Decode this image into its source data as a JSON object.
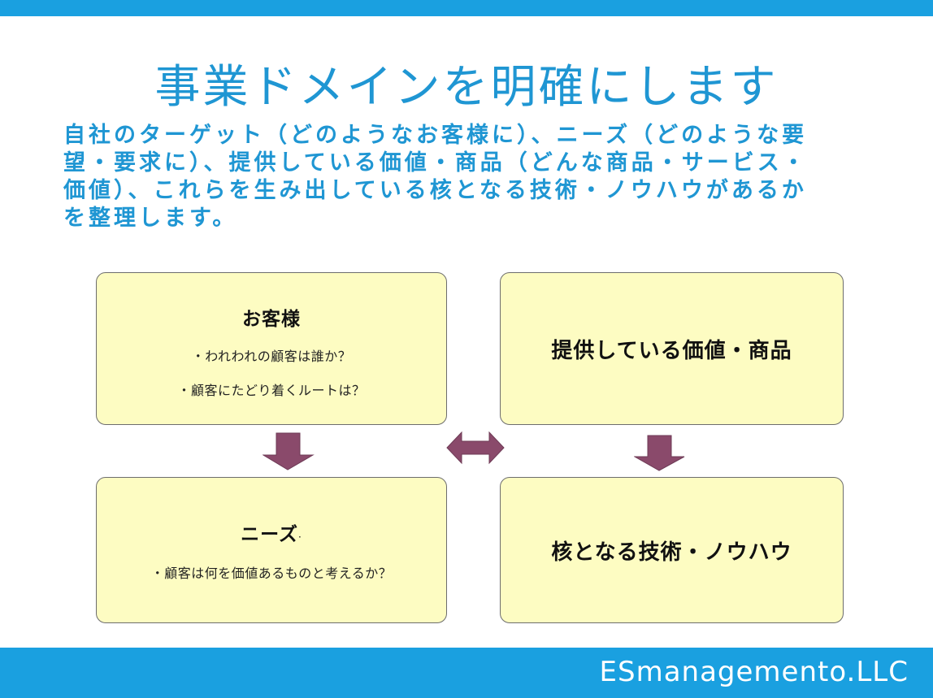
{
  "title": "事業ドメインを明確にします",
  "description": "自社のターゲット（どのようなお客様に）、ニーズ（どのような要\n望・要求に）、提供している価値・商品（どんな商品・サービス・\n価値）、これらを生み出している核となる技術・ノウハウがあるか\nを整理します。",
  "boxes": {
    "customers": {
      "title": "お客様",
      "items": [
        "・われわれの顧客は誰か？",
        "・顧客にたどり着くルートは？"
      ]
    },
    "value": {
      "title": "提供している価値・商品"
    },
    "needs": {
      "title": "ニーズ",
      "title_suffix": "·",
      "items": [
        "・顧客は何を価値あるものと考えるか？"
      ]
    },
    "core": {
      "title": "核となる技術・ノウハウ"
    }
  },
  "colors": {
    "brand_blue": "#1aa0e0",
    "title_blue": "#1f96d3",
    "box_fill": "#fdfcc2",
    "arrow_fill": "#8a4a6b"
  },
  "footer": {
    "company": "ESmanagemento.LLC"
  }
}
